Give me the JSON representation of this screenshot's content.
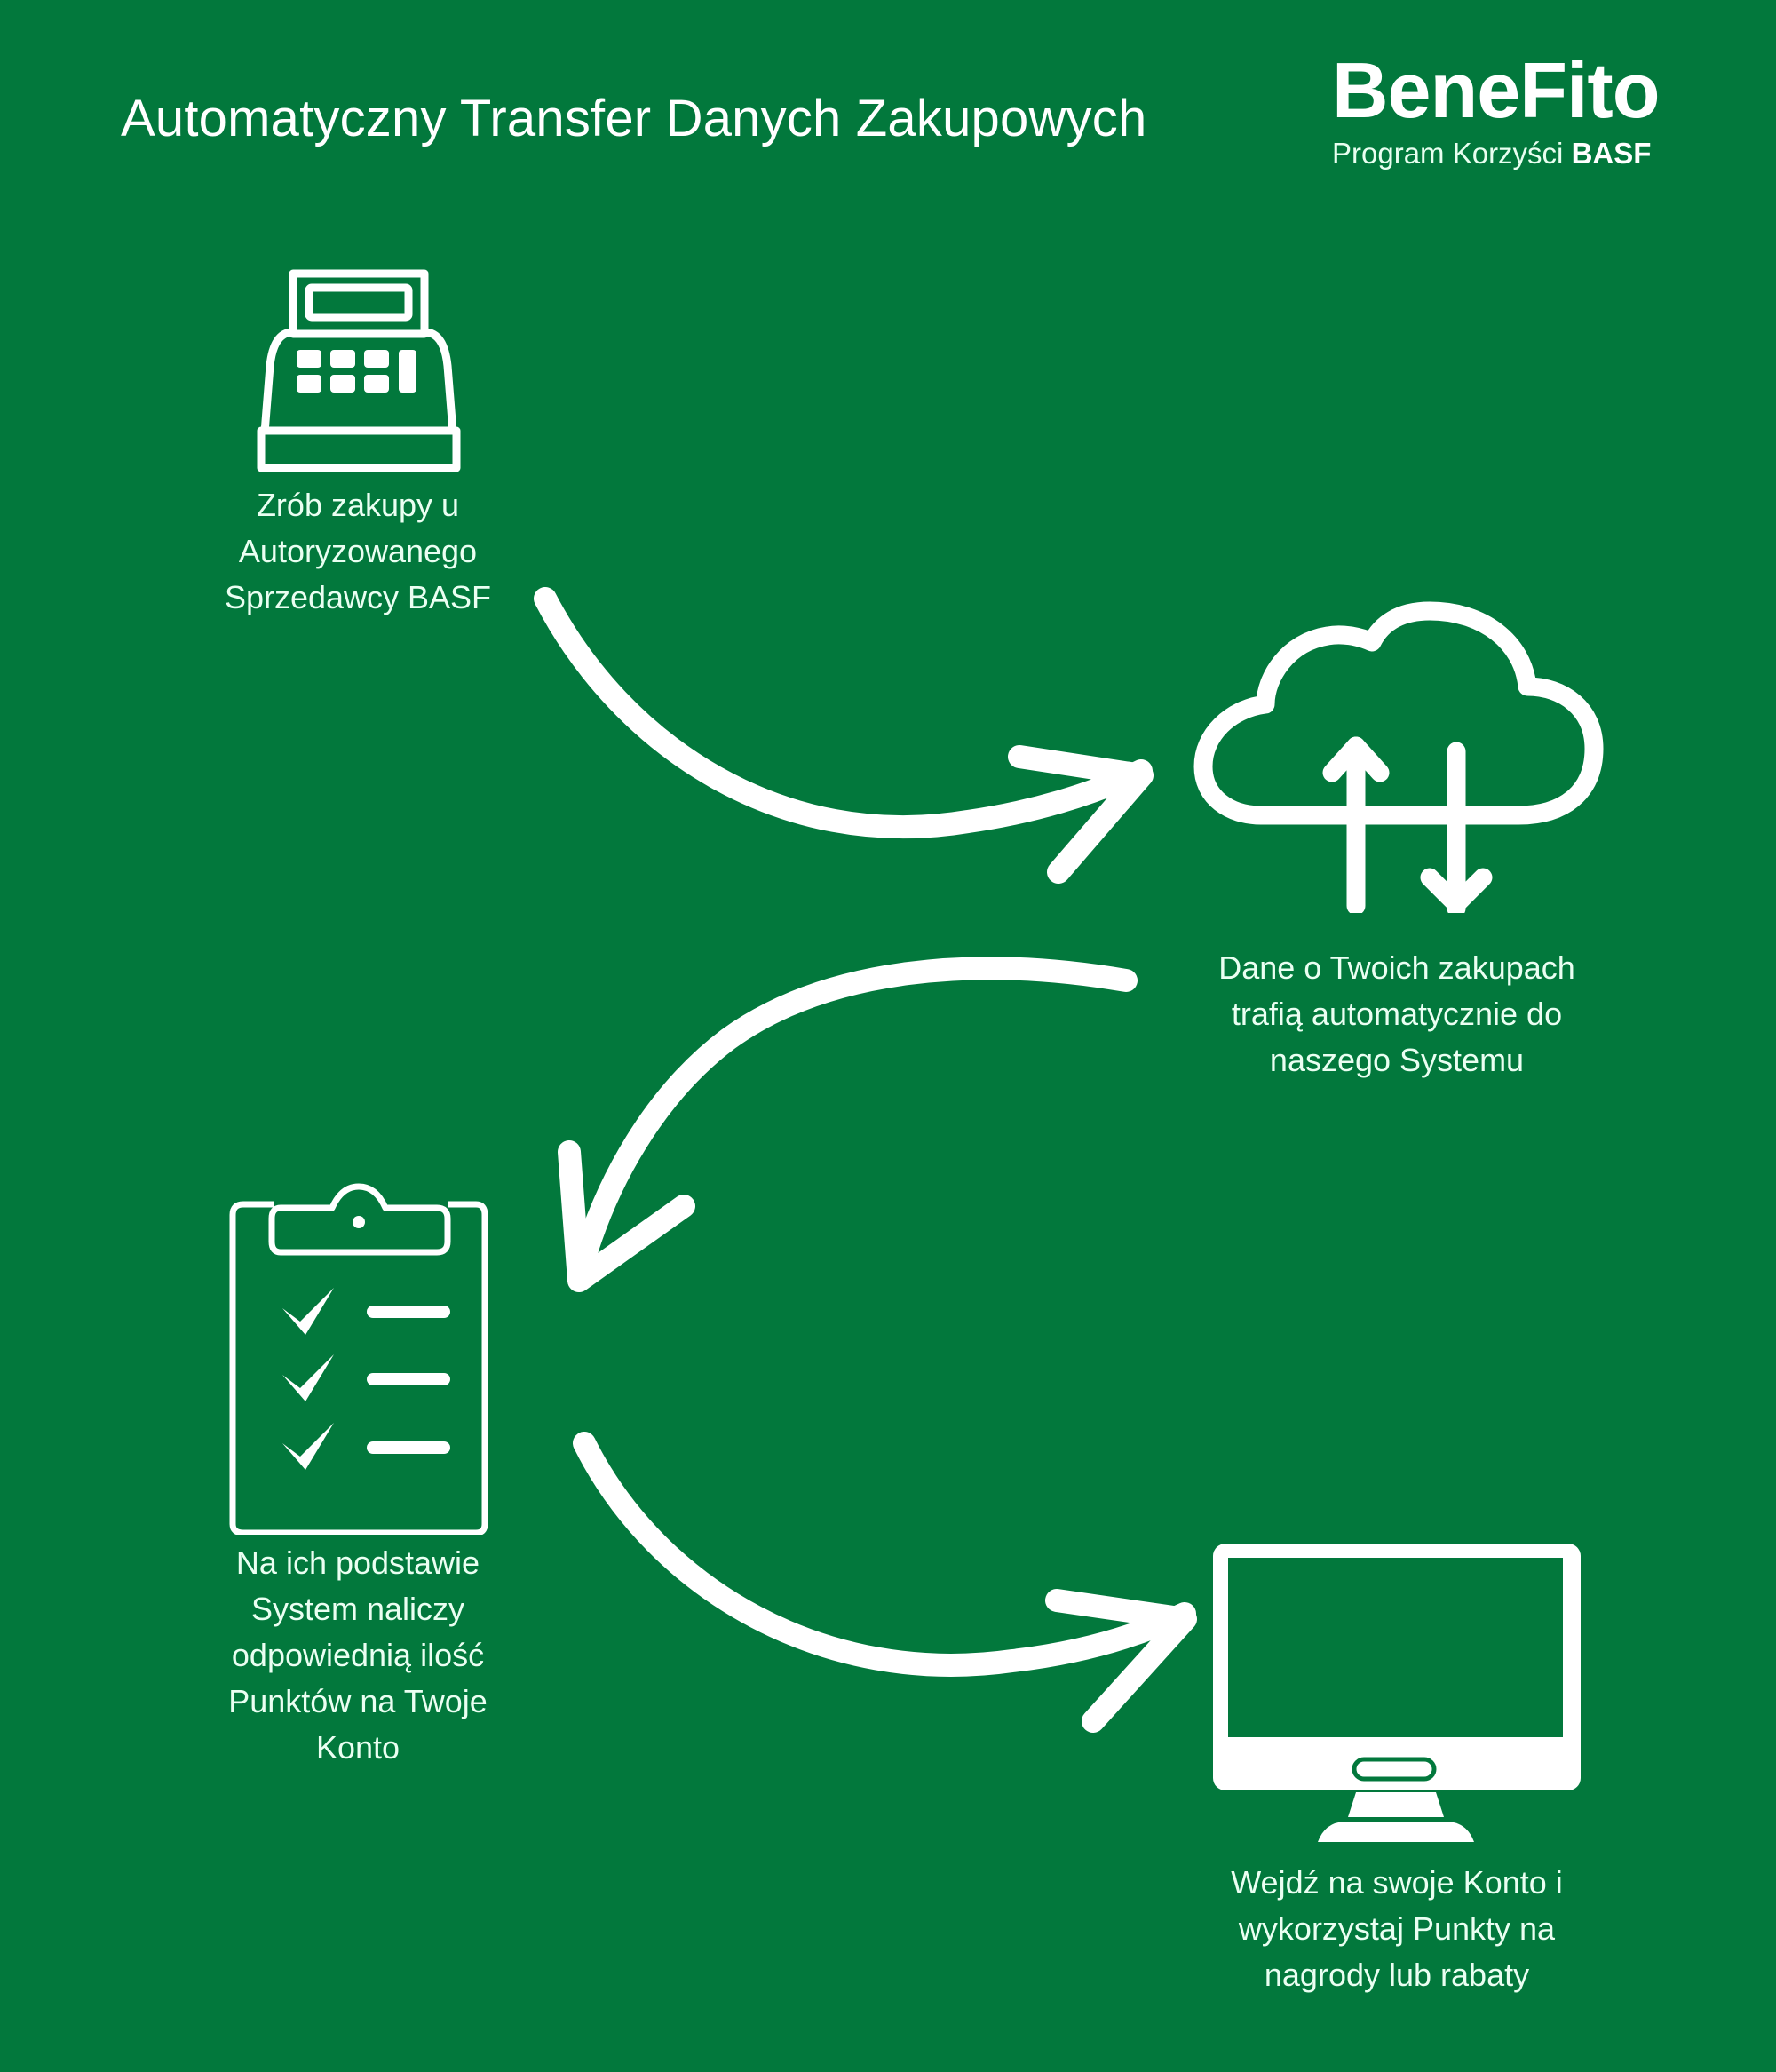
{
  "header": {
    "title": "Automatyczny Transfer Danych Zakupowych"
  },
  "logo": {
    "name": "BeneFito",
    "subtitle_prefix": "Program Korzyści",
    "subtitle_brand": "BASF"
  },
  "colors": {
    "background": "#02783C",
    "foreground": "#FFFFFF"
  },
  "steps": [
    {
      "icon": "cash-register-icon",
      "lines": [
        "Zrób zakupy u",
        "Autoryzowanego",
        "Sprzedawcy BASF"
      ]
    },
    {
      "icon": "cloud-sync-icon",
      "lines": [
        "Dane o Twoich zakupach",
        "trafią automatycznie do",
        "naszego Systemu"
      ]
    },
    {
      "icon": "clipboard-checklist-icon",
      "lines": [
        "Na ich podstawie",
        "System naliczy",
        "odpowiednią ilość",
        "Punktów na Twoje",
        "Konto"
      ]
    },
    {
      "icon": "computer-monitor-icon",
      "lines": [
        "Wejdź na swoje Konto i",
        "wykorzystaj Punkty na",
        "nagrody lub rabaty"
      ]
    }
  ],
  "flow_arrows": [
    {
      "from": "step-1",
      "to": "step-2"
    },
    {
      "from": "step-2",
      "to": "step-3"
    },
    {
      "from": "step-3",
      "to": "step-4"
    }
  ]
}
